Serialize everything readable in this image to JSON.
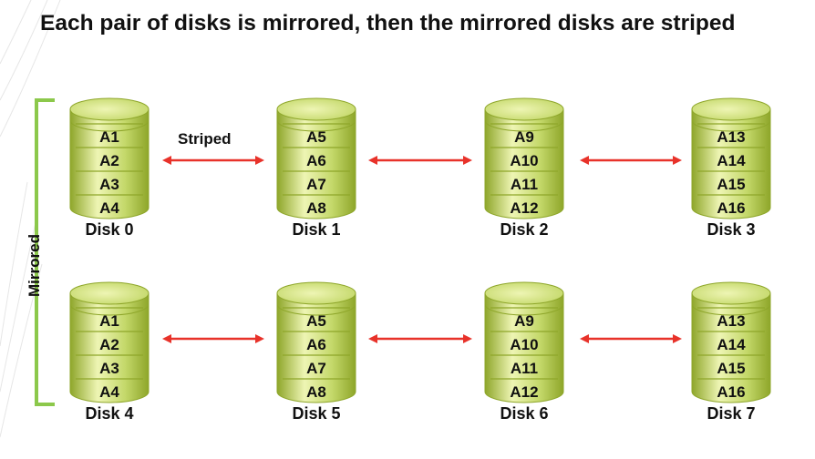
{
  "title": "Each pair of disks is mirrored, then the mirrored disks are striped",
  "mirrored_label": "Mirrored",
  "striped_label": "Striped",
  "colors": {
    "disk_light": "#eef5b4",
    "disk_mid": "#c4d86a",
    "disk_dark": "#8ea62a",
    "arrow": "#e8322a",
    "bracket": "#8cc84b"
  },
  "rows": [
    {
      "disks": [
        {
          "label": "Disk 0",
          "blocks": [
            "A1",
            "A2",
            "A3",
            "A4"
          ]
        },
        {
          "label": "Disk 1",
          "blocks": [
            "A5",
            "A6",
            "A7",
            "A8"
          ]
        },
        {
          "label": "Disk 2",
          "blocks": [
            "A9",
            "A10",
            "A11",
            "A12"
          ]
        },
        {
          "label": "Disk 3",
          "blocks": [
            "A13",
            "A14",
            "A15",
            "A16"
          ]
        }
      ]
    },
    {
      "disks": [
        {
          "label": "Disk 4",
          "blocks": [
            "A1",
            "A2",
            "A3",
            "A4"
          ]
        },
        {
          "label": "Disk 5",
          "blocks": [
            "A5",
            "A6",
            "A7",
            "A8"
          ]
        },
        {
          "label": "Disk 6",
          "blocks": [
            "A9",
            "A10",
            "A11",
            "A12"
          ]
        },
        {
          "label": "Disk 7",
          "blocks": [
            "A13",
            "A14",
            "A15",
            "A16"
          ]
        }
      ]
    }
  ]
}
